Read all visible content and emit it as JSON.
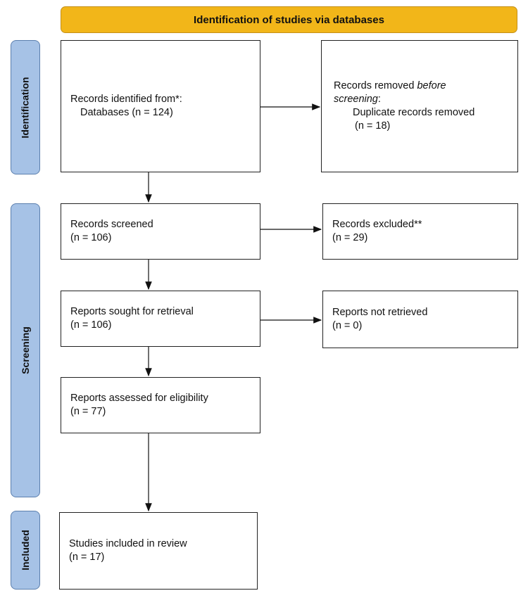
{
  "header": {
    "title": "Identification of studies via databases"
  },
  "phases": {
    "identification": "Identification",
    "screening": "Screening",
    "included": "Included"
  },
  "boxes": {
    "records_identified": {
      "line1": "Records identified from*:",
      "line2": "Databases (n = 124)"
    },
    "records_removed": {
      "line1_a": "Records removed ",
      "line1_b": "before",
      "line2_a": "screening",
      "line2_b": ":",
      "line3": "Duplicate records removed",
      "line4": "(n = 18)"
    },
    "records_screened": {
      "line1": "Records screened",
      "line2": "(n = 106)"
    },
    "records_excluded": {
      "line1": "Records excluded**",
      "line2": "(n = 29)"
    },
    "reports_sought": {
      "line1": "Reports sought for retrieval",
      "line2": "(n = 106)"
    },
    "reports_not_retrieved": {
      "line1": "Reports not retrieved",
      "line2": "(n = 0)"
    },
    "reports_assessed": {
      "line1": "Reports assessed for eligibility",
      "line2": "(n = 77)"
    },
    "studies_included": {
      "line1": "Studies included in review",
      "line2": "(n = 17)"
    }
  },
  "colors": {
    "header_fill": "#f2b619",
    "phase_fill": "#a6c2e6",
    "box_border": "#222222"
  }
}
